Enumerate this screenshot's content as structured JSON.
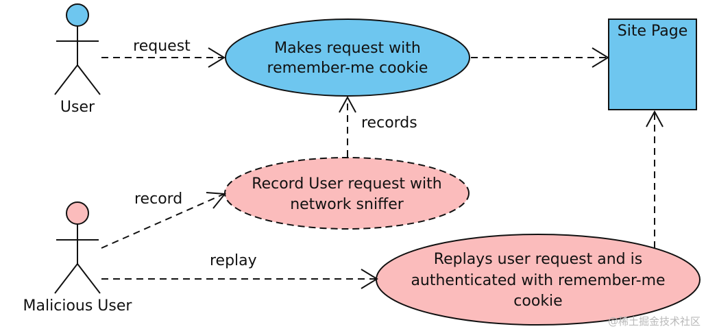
{
  "actors": {
    "user": {
      "label": "User",
      "color": "#6ec6ef"
    },
    "malicious": {
      "label": "Malicious User",
      "color": "#fbbcbc"
    }
  },
  "use_cases": {
    "makes_request": {
      "line1": "Makes request with",
      "line2": "remember-me cookie",
      "color": "#6ec6ef"
    },
    "record_request": {
      "line1": "Record User request with",
      "line2": "network sniffer",
      "color": "#fbbcbc"
    },
    "replays_request": {
      "line1": "Replays user request and is",
      "line2": "authenticated with remember-me",
      "line3": "cookie",
      "color": "#fbbcbc"
    }
  },
  "site_page": {
    "label": "Site Page",
    "color": "#6ec6ef"
  },
  "edges": {
    "request": "request",
    "records": "records",
    "record": "record",
    "replay": "replay"
  },
  "watermark": "@稀土掘金技术社区"
}
